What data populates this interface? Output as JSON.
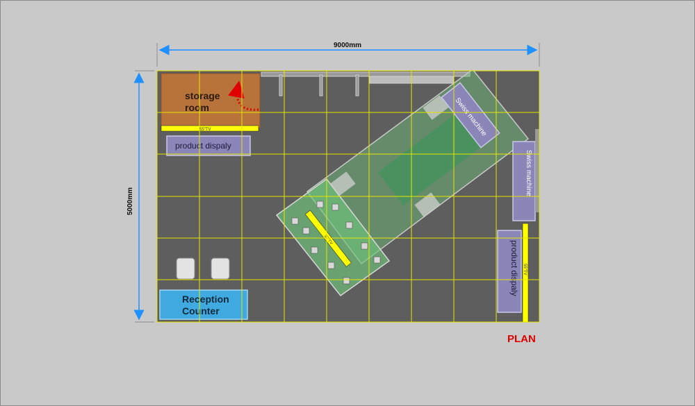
{
  "dimensions": {
    "width_label": "9000mm",
    "height_label": "5000mm"
  },
  "rooms": {
    "storage_line1": "storage",
    "storage_line2": "room",
    "reception_line1": "Reception",
    "reception_line2": "Counter"
  },
  "labels": {
    "product_display_top": "product dispaly",
    "product_display_right": "product dispaly",
    "swiss_machine_diagonal": "Swiss machine",
    "swiss_machine_right": "Swiss machine",
    "tv_top": "55\"TV",
    "tv_right": "55\"TV",
    "tv_center": "32\"TV"
  },
  "plan_title": "PLAN",
  "colors": {
    "background": "#c9c9c9",
    "floor": "#5e5e5e",
    "grid": "#e6e600",
    "dimension_arrow": "#1e90ff",
    "storage": "#b8733a",
    "reception": "#3fa9e0",
    "display_box": "#8a86b8",
    "tv": "#ffff00",
    "green_platform": "#6fc47a",
    "plan_title": "#e00000"
  }
}
